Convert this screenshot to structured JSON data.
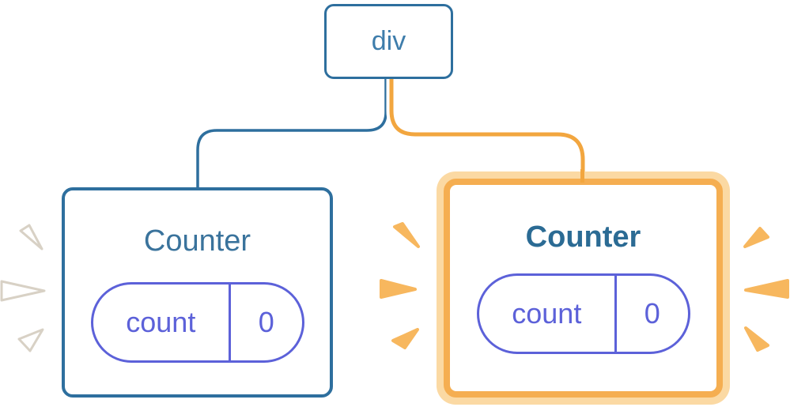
{
  "diagram": {
    "description": "React render tree: a div root with two Counter children; the right Counter is highlighted as re-rendered",
    "root": {
      "label": "div"
    },
    "children": [
      {
        "title": "Counter",
        "state_key": "count",
        "state_value": "0",
        "highlighted": false
      },
      {
        "title": "Counter",
        "state_key": "count",
        "state_value": "0",
        "highlighted": true
      }
    ]
  },
  "colors": {
    "node_border_blue": "#2e6f9e",
    "root_label_blue": "#3e7dab",
    "title_blue": "#3a739c",
    "title_blue_bold": "#2b6b94",
    "pill_purple": "#5c61d9",
    "connector_blue": "#2e6f9e",
    "connector_orange": "#f2a63f",
    "highlight_border_orange": "#f5ae51",
    "highlight_ring_light": "#fbd9a3",
    "sparkle_orange": "#f7b75e",
    "sparkle_white_edge": "#d8d1c5",
    "background": "#ffffff"
  }
}
